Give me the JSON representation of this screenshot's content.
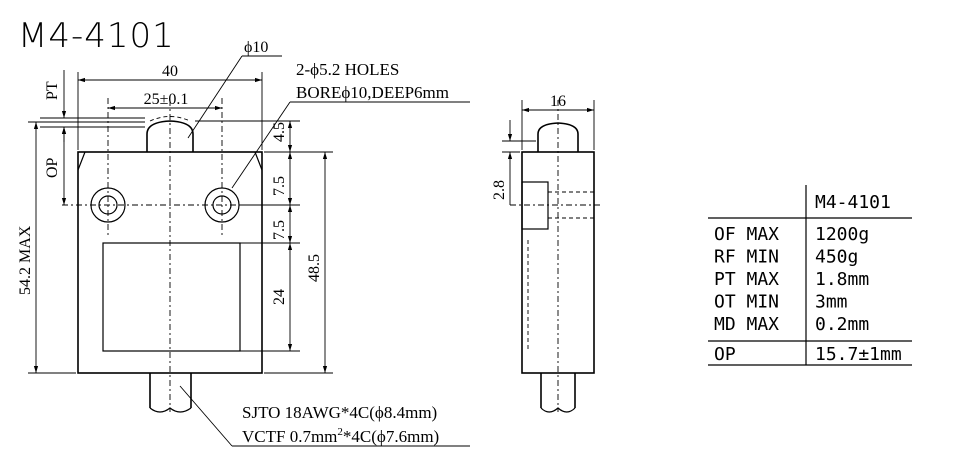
{
  "title": "M4-4101",
  "front_view": {
    "dim_width": "40",
    "dim_hole_spacing": "25±0.1",
    "dim_plunger_dia": "ϕ10",
    "note_holes_line1": "2-ϕ5.2 HOLES",
    "note_holes_line2": "BOREϕ10,DEEP6mm",
    "label_pt": "PT",
    "label_op": "OP",
    "dim_total_height": "54.2 MAX",
    "dim_top_offset": "4.5",
    "dim_hole_top": "7.5",
    "dim_hole_bottom": "7.5",
    "dim_window": "24",
    "dim_body_height": "48.5",
    "cable_line1": "SJTO 18AWG*4C(ϕ8.4mm)",
    "cable_line2_a": "VCTF 0.7mm",
    "cable_line2_sup": "2",
    "cable_line2_b": "*4C(ϕ7.6mm)"
  },
  "side_view": {
    "dim_width": "16",
    "dim_offset": "2.8"
  },
  "spec_table": {
    "header": "M4-4101",
    "rows": [
      {
        "param": "OF MAX",
        "value": "1200g"
      },
      {
        "param": "RF MIN",
        "value": "450g"
      },
      {
        "param": "PT MAX",
        "value": "1.8mm"
      },
      {
        "param": "OT MIN",
        "value": "3mm"
      },
      {
        "param": "MD MAX",
        "value": "0.2mm"
      }
    ],
    "op_row": {
      "param": "OP",
      "value": "15.7±1mm"
    }
  }
}
